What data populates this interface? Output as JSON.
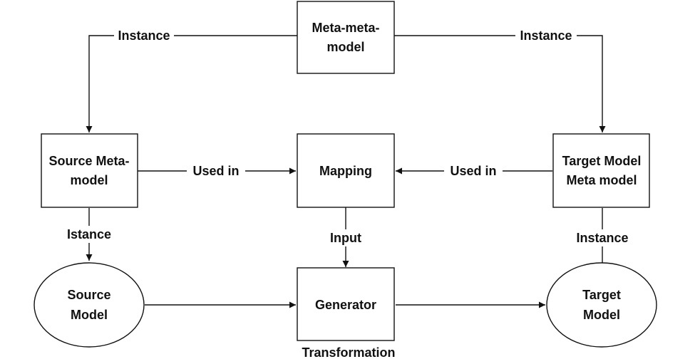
{
  "nodes": {
    "meta_meta_model": {
      "line1": "Meta-meta-",
      "line2": "model"
    },
    "source_meta_model": {
      "line1": "Source Meta-",
      "line2": "model"
    },
    "mapping": {
      "label": "Mapping"
    },
    "target_meta_model": {
      "line1": "Target Model",
      "line2": "Meta model"
    },
    "source_model": {
      "line1": "Source",
      "line2": "Model"
    },
    "generator": {
      "label": "Generator"
    },
    "target_model": {
      "line1": "Target",
      "line2": "Model"
    }
  },
  "edges": {
    "instance_left": "Instance",
    "instance_right": "Instance",
    "used_in_left": "Used in",
    "used_in_right": "Used in",
    "istance_source": "Istance",
    "input": "Input",
    "instance_target": "Instance"
  },
  "captions": {
    "transformation": "Transformation"
  },
  "colors": {
    "stroke": "#111111",
    "fill": "#ffffff"
  }
}
